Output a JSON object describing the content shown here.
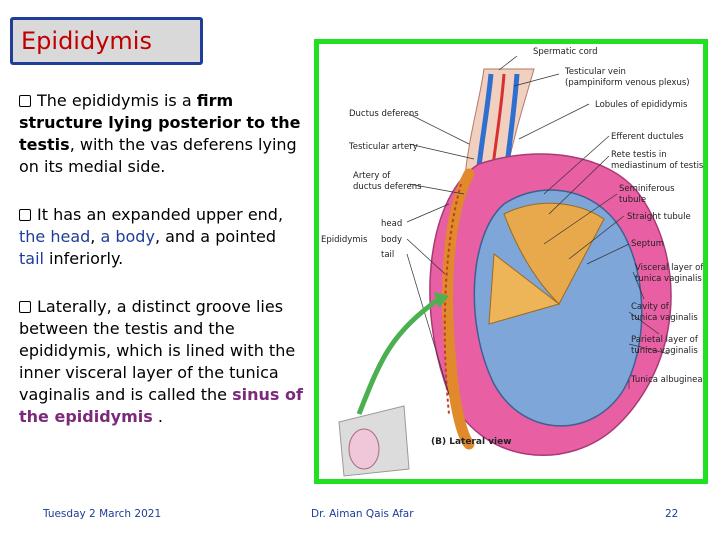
{
  "slide": {
    "title": "Epididymis",
    "bullets": [
      {
        "pre": "The epididymis is a ",
        "bold1": "firm structure lying posterior to the testis",
        "post": ", with the vas deferens lying on its medial side."
      },
      {
        "pre": "It has an expanded upper end, ",
        "head": "the head",
        "sep1": ", ",
        "body": "a body",
        "sep2": ", and a pointed ",
        "tail": "tail",
        "post": " inferiorly."
      },
      {
        "pre": "Laterally, a distinct groove lies between the testis and the epididymis, which is lined with the inner visceral layer of the tunica vaginalis and is called the ",
        "sinus": "sinus of the epididymis",
        "post": " ."
      }
    ],
    "footer": {
      "date": "Tuesday 2 March 2021",
      "author": "Dr. Aiman Qais Afar",
      "page": "22"
    }
  },
  "figure": {
    "labels_left": {
      "ductus": "Ductus deferens",
      "artery": "Testicular artery",
      "artery_ductus_1": "Artery of",
      "artery_ductus_2": "ductus deferens",
      "epididymis": "Epididymis",
      "head": "head",
      "body": "body",
      "tail": "tail"
    },
    "labels_right": {
      "cord": "Spermatic cord",
      "vein_1": "Testicular vein",
      "vein_2": "(pampiniform venous plexus)",
      "lobules": "Lobules of epididymis",
      "efferent": "Efferent ductules",
      "rete_1": "Rete testis in",
      "rete_2": "mediastinum of testis",
      "semi_1": "Seminiferous",
      "semi_2": "tubule",
      "straight": "Straight tubule",
      "septum": "Septum",
      "visceral_1": "Visceral layer of",
      "visceral_2": "tunica vaginalis",
      "cavity_1": "Cavity of",
      "cavity_2": "tunica vaginalis",
      "parietal_1": "Parietal layer of",
      "parietal_2": "tunica vaginalis",
      "albuginea": "Tunica albuginea"
    },
    "caption": "(B) Lateral view"
  }
}
